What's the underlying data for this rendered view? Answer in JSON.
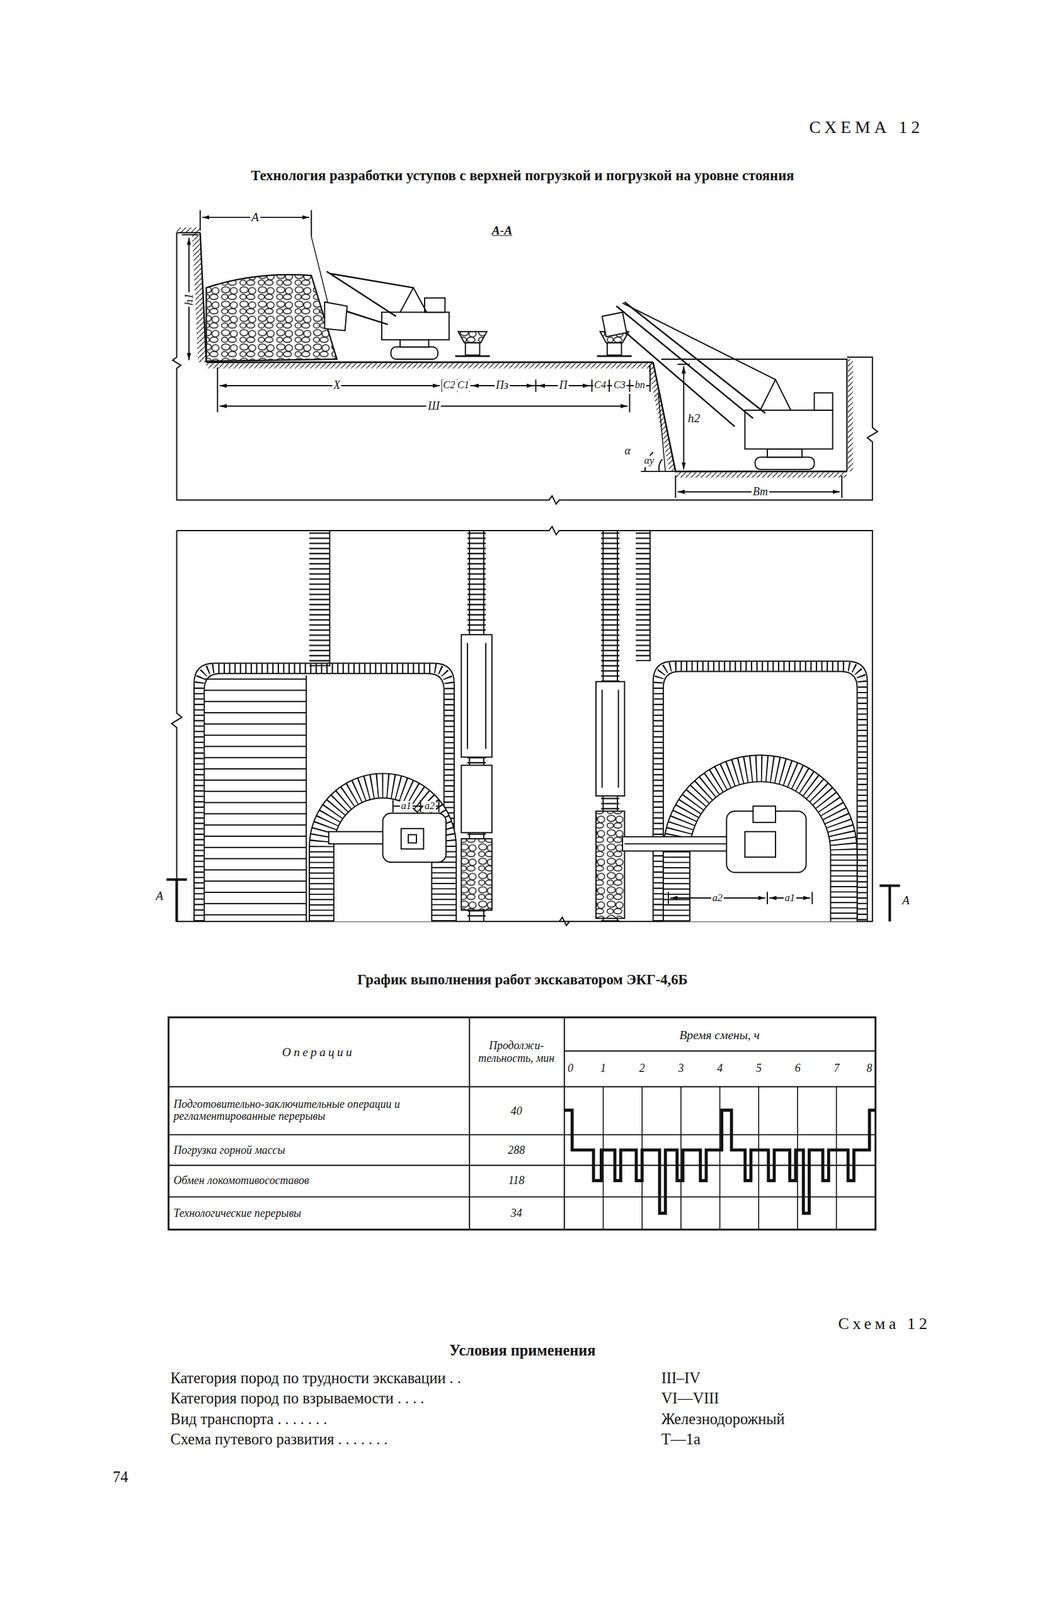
{
  "diagram": {
    "title": "Технология разработки уступов с верхней погрузкой и погрузкой на уровне стояния",
    "labels": [
      "СХЕМА 12",
      "А",
      "А-А",
      "h1",
      "Х",
      "C2",
      "C1",
      "Пз",
      "П",
      "C4",
      "C3",
      "bп",
      "Ш",
      "h2",
      "α",
      "αу",
      "Вт",
      "a1",
      "a2",
      "a2",
      "a1",
      "А",
      "А",
      "График выполнения работ экскаватором ЭКГ-4,6Б",
      "Операции",
      "Продолжи- тельность, мин",
      "Время смены, ч",
      "0",
      "1",
      "2",
      "3",
      "4",
      "5",
      "6",
      "7",
      "8",
      "Подготовительно-заключительные операции и регламентированные перерывы",
      "40",
      "Погрузка горной массы",
      "288",
      "Обмен локомотивосоставов",
      "118",
      "Технологические перерывы",
      "34",
      "Схема 12",
      "Условия применения",
      "Категория пород по трудности экскавации . .",
      "III–IV",
      "Категория пород по взрываемости . . . .",
      "VI—VIII",
      "Вид транспорта . . . . . . .",
      "Железнодорожный",
      "Схема путевого развития . . . . . . .",
      "Т—1а",
      "74"
    ]
  }
}
